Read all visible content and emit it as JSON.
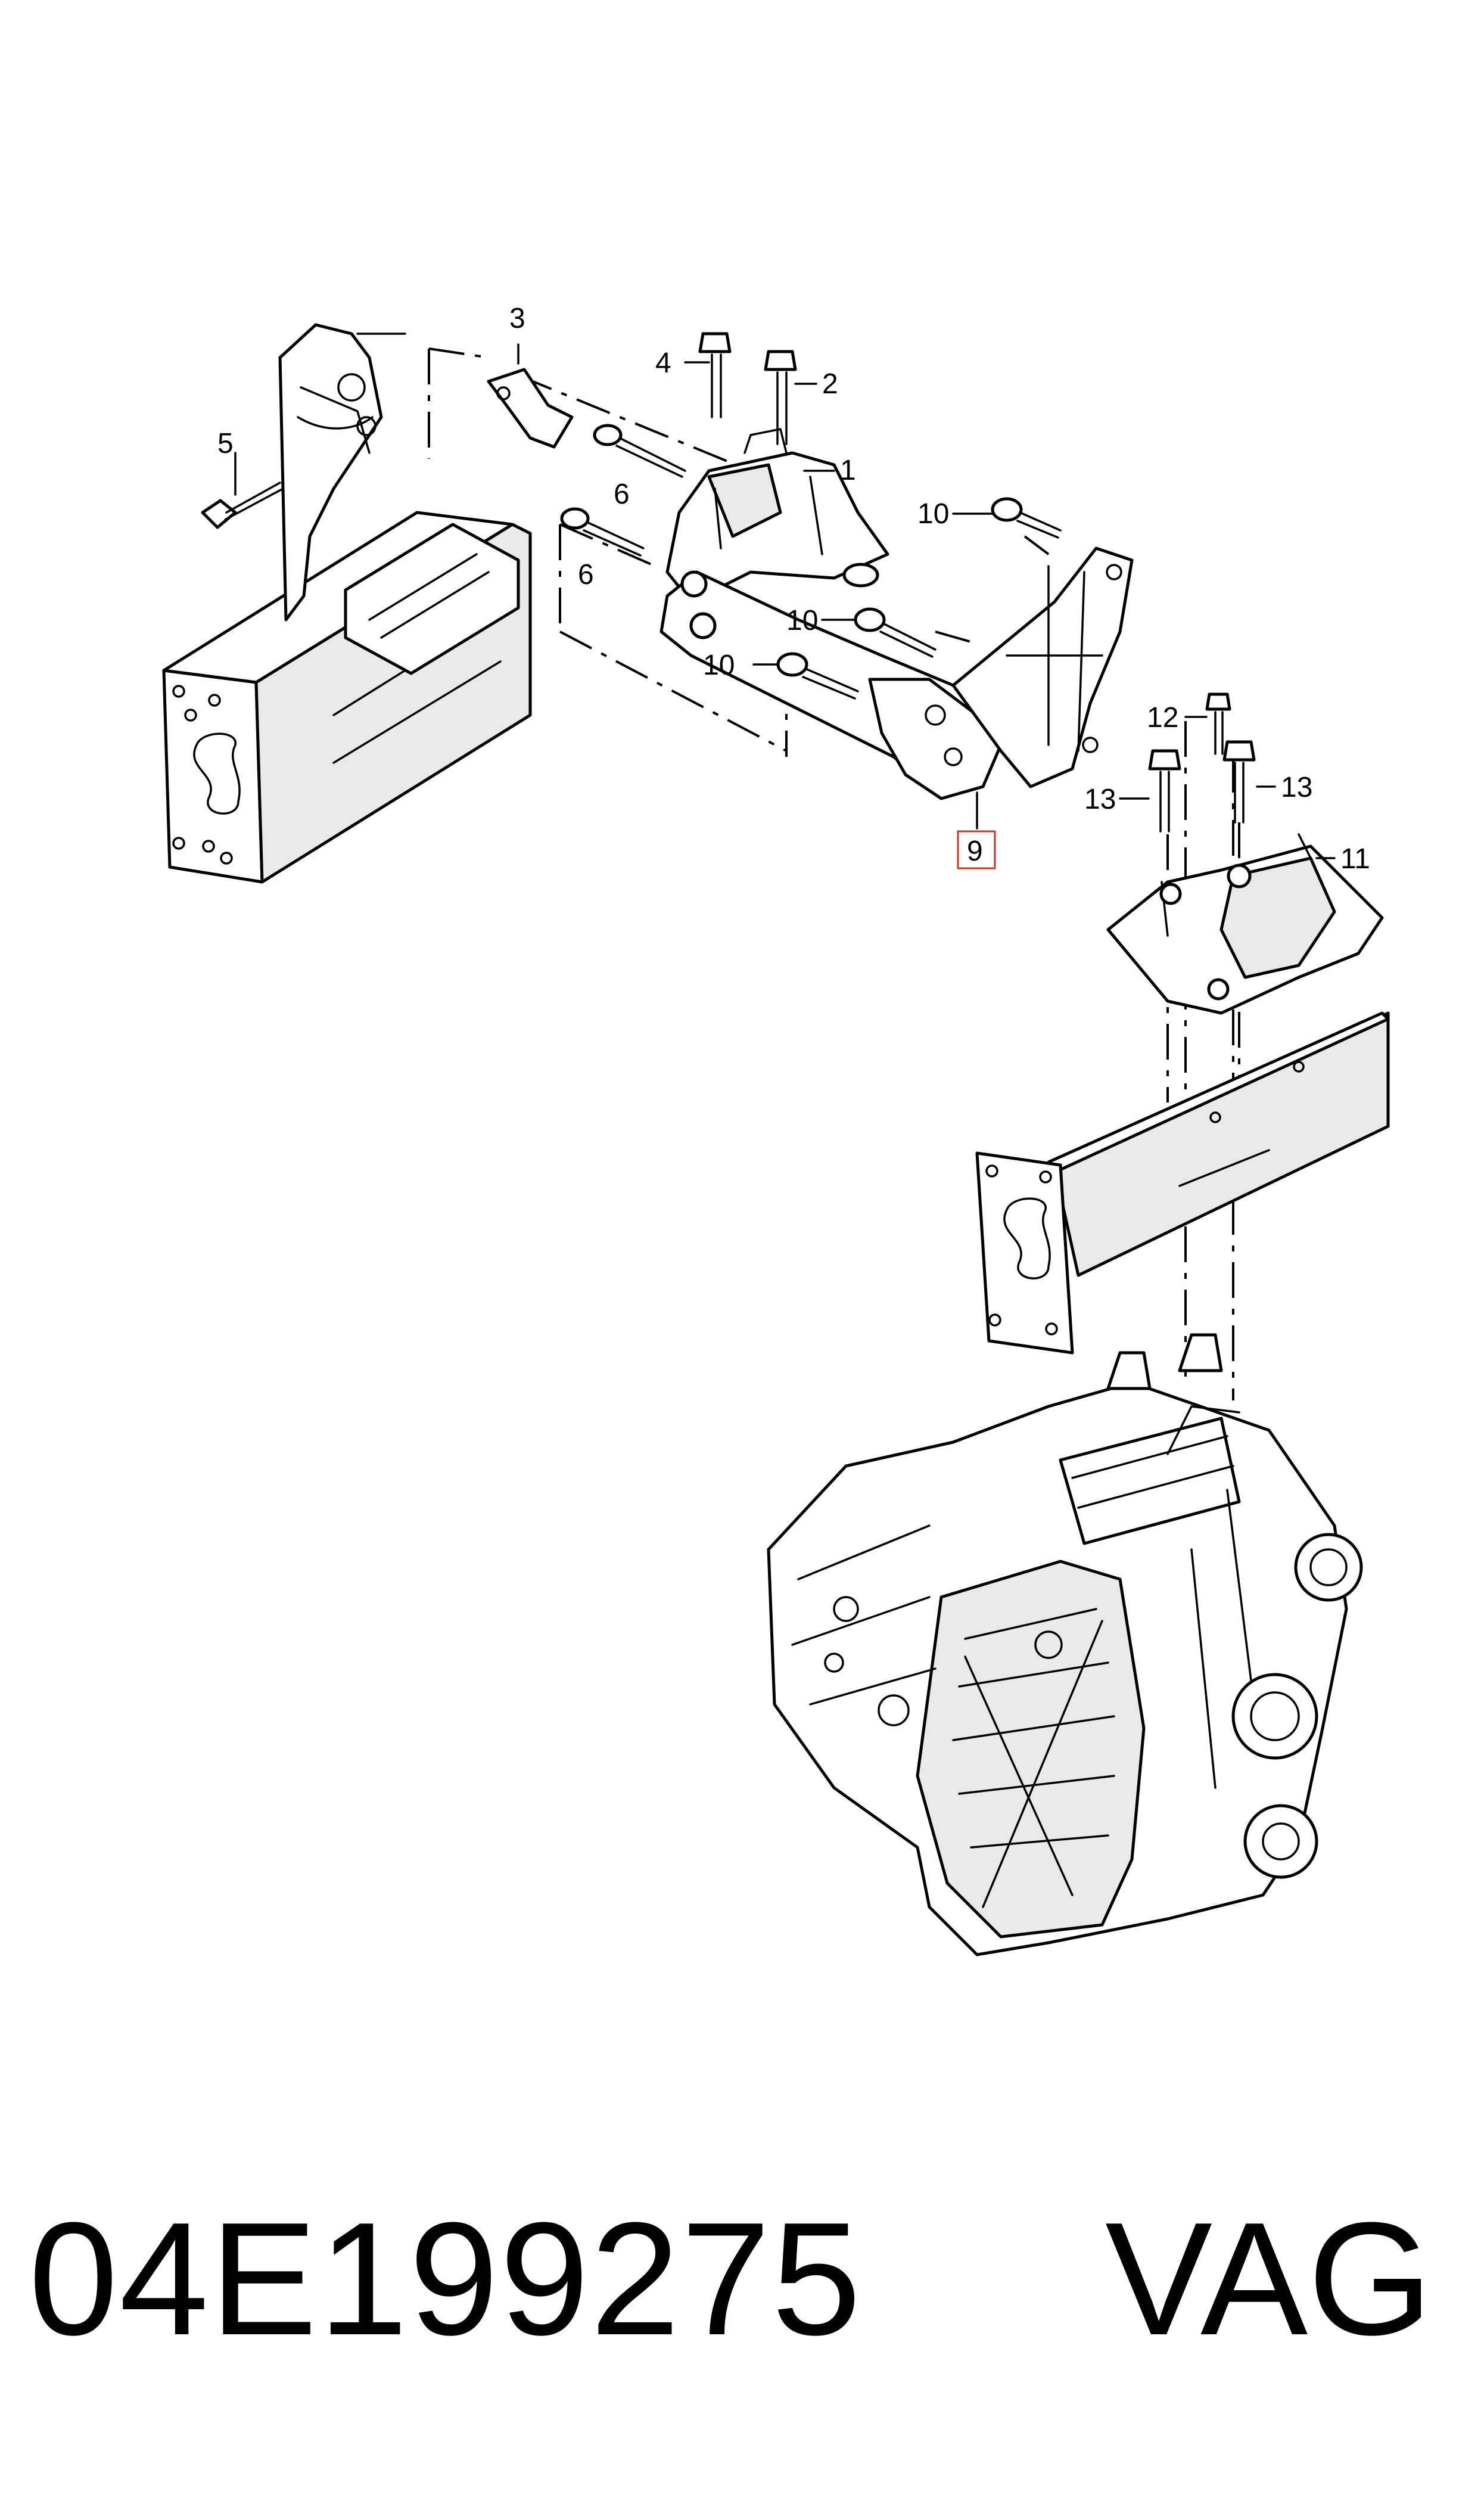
{
  "callouts": {
    "c1": "1",
    "c2": "2",
    "c3": "3",
    "c4": "4",
    "c5": "5",
    "c6a": "6",
    "c6b": "6",
    "c9": "9",
    "c10a": "10",
    "c10b": "10",
    "c10c": "10",
    "c11": "11",
    "c12": "12",
    "c13a": "13",
    "c13b": "13"
  },
  "footer": {
    "part_number": "04E199275",
    "brand": "VAG"
  },
  "colors": {
    "line": "#000000",
    "highlight_box": "#c0392b"
  }
}
